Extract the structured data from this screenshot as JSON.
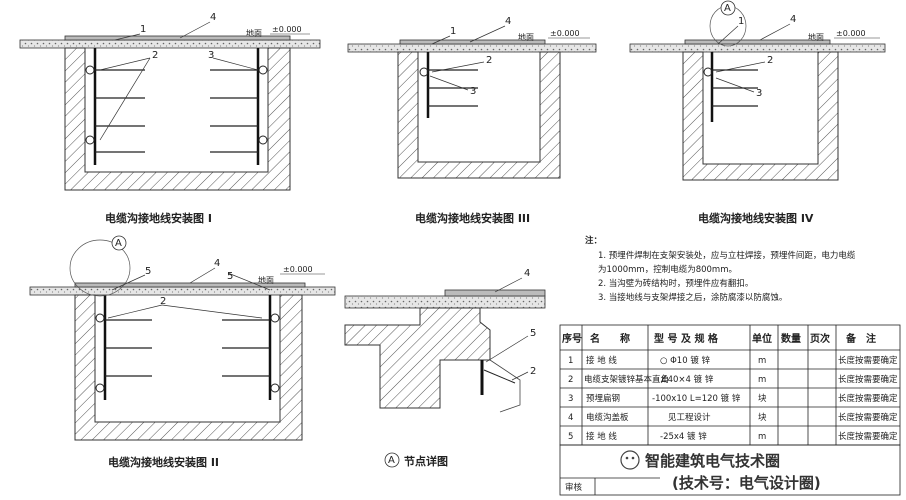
{
  "elevation_label": "±0.000",
  "ground_label": "地面",
  "views": [
    {
      "title": "电缆沟接地线安装图 I"
    },
    {
      "title": "电缆沟接地线安装图 III"
    },
    {
      "title": "电缆沟接地线安装图 IV"
    },
    {
      "title": "电缆沟接地线安装图 II"
    }
  ],
  "detail_marker": "A",
  "detail_title": "节点详图",
  "callouts": {
    "n1": "1",
    "n2": "2",
    "n3": "3",
    "n4": "4",
    "n5": "5"
  },
  "notes": {
    "header": "注：",
    "lines": [
      "1.  预埋件焊制在支架安装处，应与立柱焊接，预埋件间距，电力电缆",
      "    为1000mm，控制电缆为800mm。",
      "2.  当沟壁为砖结构时，预埋件应有翻扣。",
      "3.  当接地线与支架焊接之后，涂防腐漆以防腐蚀。"
    ]
  },
  "table": {
    "headers": [
      "序号",
      "名　　称",
      "型 号 及 规 格",
      "单位",
      "数量",
      "页次",
      "备　注"
    ],
    "rows": [
      {
        "no": "1",
        "name": "接  地  线",
        "spec": "○ Φ10    镀 锌",
        "unit": "m",
        "remark": "长度按需要确定"
      },
      {
        "no": "2",
        "name": "电缆支架镀锌基本直角",
        "spec": "∠40×4    镀 锌",
        "unit": "m",
        "remark": "长度按需要确定"
      },
      {
        "no": "3",
        "name": "预埋扁钢",
        "spec": "-100x10  L=120  镀 锌",
        "unit": "块",
        "remark": "长度按需要确定"
      },
      {
        "no": "4",
        "name": "电缆沟盖板",
        "spec": "见工程设计",
        "unit": "块",
        "remark": "长度按需要确定"
      },
      {
        "no": "5",
        "name": "接  地  线",
        "spec": "-25x4    镀 锌",
        "unit": "m",
        "remark": "长度按需要确定"
      }
    ]
  },
  "watermark": {
    "line1": "智能建筑电气技术圈",
    "line2": "(技术号：电气设计圈)"
  },
  "title_block": {
    "review_label": "审核"
  }
}
